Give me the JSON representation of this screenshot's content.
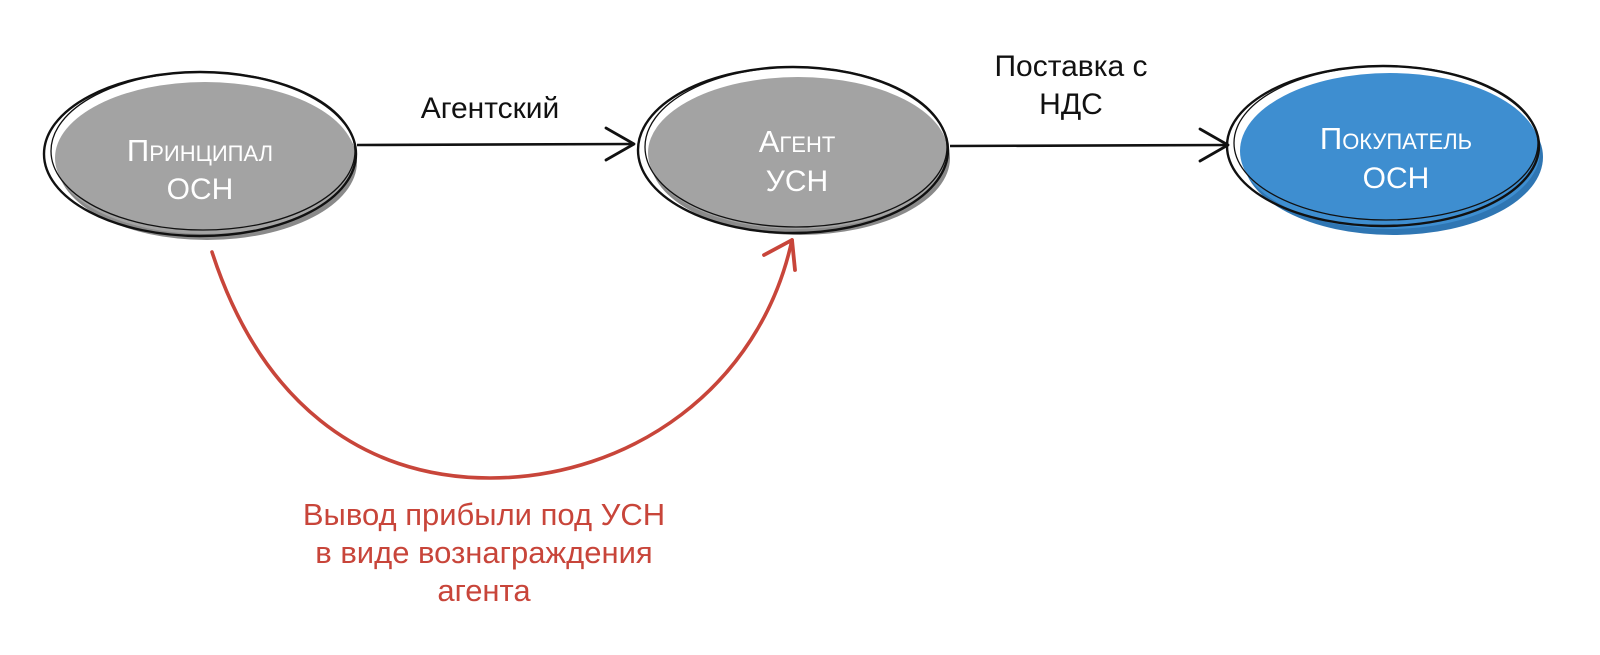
{
  "colors": {
    "gray_node": "#a3a3a3",
    "gray_shadow": "#8a8a8a",
    "blue_node": "#3e8ed0",
    "blue_shadow": "#2f76b3",
    "outline": "#111111",
    "arrow": "#111111",
    "red": "#c8453a"
  },
  "nodes": {
    "principal": {
      "line1": "Принципал",
      "line2": "ОСН"
    },
    "agent": {
      "line1": "Агент",
      "line2": "УСН"
    },
    "buyer": {
      "line1": "Покупатель",
      "line2": "ОСН"
    }
  },
  "edges": {
    "agency": {
      "label": "Агентский"
    },
    "supply": {
      "line1": "Поставка с",
      "line2": "НДС"
    }
  },
  "profit_flow": {
    "line1": "Вывод прибыли под УСН",
    "line2": "в виде вознаграждения",
    "line3": "агента"
  }
}
